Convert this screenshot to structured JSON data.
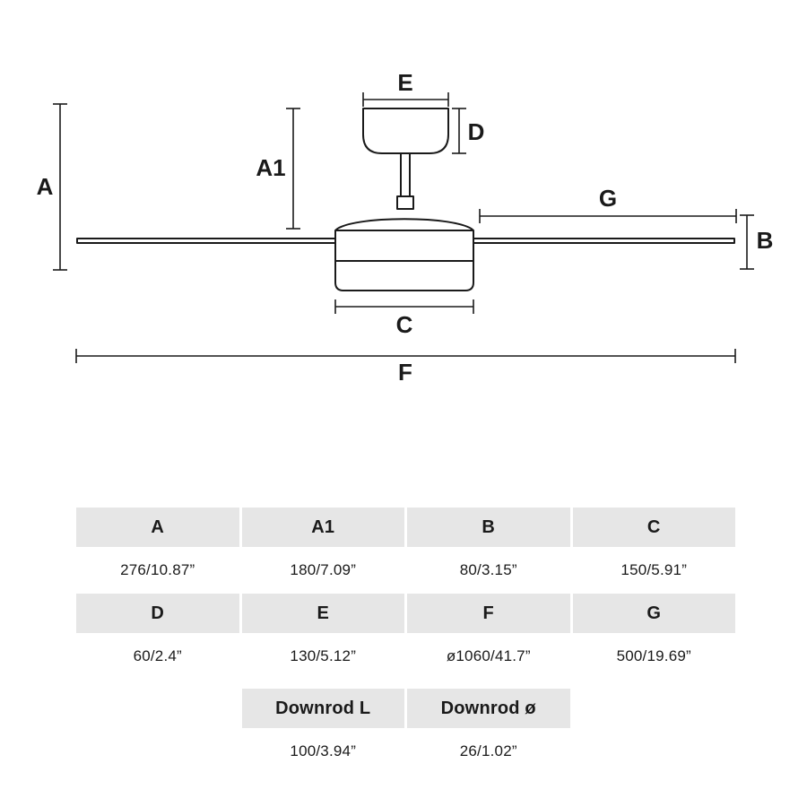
{
  "diagram": {
    "labels": {
      "a": "A",
      "a1": "A1",
      "b": "B",
      "c": "C",
      "d": "D",
      "e": "E",
      "f": "F",
      "g": "G"
    }
  },
  "table": {
    "rows": [
      {
        "type": "header",
        "cells": [
          "A",
          "A1",
          "B",
          "C"
        ]
      },
      {
        "type": "values",
        "cells": [
          "276/10.87”",
          "180/7.09”",
          "80/3.15”",
          "150/5.91”"
        ]
      },
      {
        "type": "header",
        "cells": [
          "D",
          "E",
          "F",
          "G"
        ]
      },
      {
        "type": "values",
        "cells": [
          "60/2.4”",
          "130/5.12”",
          "ø1060/41.7”",
          "500/19.69”"
        ]
      },
      {
        "type": "header",
        "cells": [
          "",
          "Downrod L",
          "Downrod ø",
          ""
        ]
      },
      {
        "type": "values",
        "cells": [
          "",
          "100/3.94”",
          "26/1.02”",
          ""
        ]
      }
    ]
  }
}
